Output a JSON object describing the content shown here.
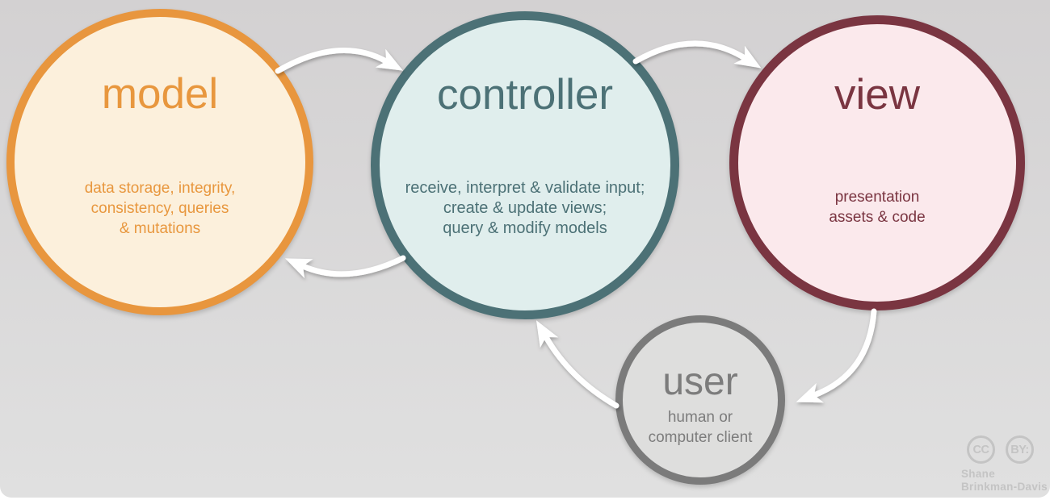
{
  "canvas": {
    "background_top": "#d3d1d2",
    "background_bottom": "#e0e0e0",
    "arrow_color": "#ffffff"
  },
  "nodes": {
    "model": {
      "label": "model",
      "description": "data storage, integrity,\nconsistency, queries\n& mutations",
      "border_color": "#e8963e",
      "fill_color": "#fcf0dc",
      "text_color": "#e8973e"
    },
    "controller": {
      "label": "controller",
      "description": "receive, interpret & validate input;\ncreate & update views;\nquery & modify models",
      "border_color": "#4c7176",
      "fill_color": "#e0eeed",
      "text_color": "#4c7176"
    },
    "view": {
      "label": "view",
      "description": "presentation\nassets & code",
      "border_color": "#7a3541",
      "fill_color": "#fbe9ec",
      "text_color": "#7a3541"
    },
    "user": {
      "label": "user",
      "description": "human or\ncomputer client",
      "border_color": "#7b7b7b",
      "fill_color": "#dededd",
      "text_color": "#7c7c7c"
    }
  },
  "arrows": [
    {
      "from": "model",
      "to": "controller"
    },
    {
      "from": "controller",
      "to": "view"
    },
    {
      "from": "controller",
      "to": "model"
    },
    {
      "from": "view",
      "to": "user"
    },
    {
      "from": "user",
      "to": "controller"
    }
  ],
  "attribution": {
    "badges": [
      "CC",
      "BY:"
    ],
    "author_line1": "Shane",
    "author_line2": "Brinkman-Davis",
    "color": "#c4c4c4"
  }
}
